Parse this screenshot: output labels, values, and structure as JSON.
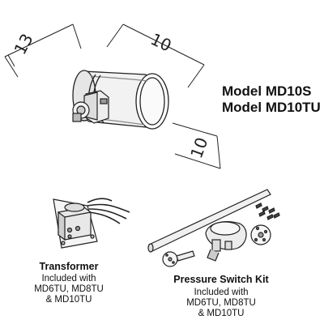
{
  "dimensions": {
    "width": "13",
    "length": "10",
    "height": "10"
  },
  "models": [
    "Model MD10S",
    "Model MD10TU"
  ],
  "transformer": {
    "title": "Transformer",
    "lines": [
      "Included with",
      "MD6TU, MD8TU",
      "& MD10TU"
    ]
  },
  "pressure_switch_kit": {
    "title": "Pressure Switch Kit",
    "lines": [
      "Included with",
      "MD6TU, MD8TU",
      "& MD10TU"
    ]
  }
}
